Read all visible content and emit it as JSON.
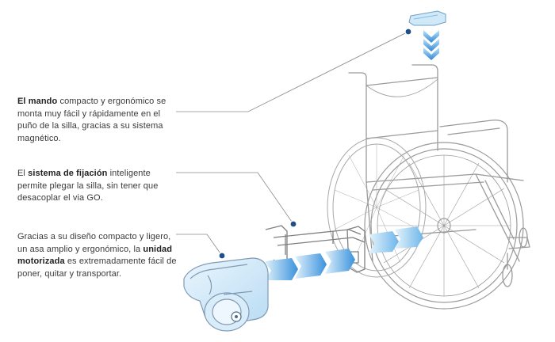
{
  "captions": {
    "mando": {
      "pre": "",
      "bold": "El mando",
      "post": " compacto y ergonómico se monta muy fácil y rápidamente en el puño de la silla, gracias a su sistema magnético."
    },
    "fijacion": {
      "pre": "El ",
      "bold": "sistema de fijación",
      "post": " inteligente permite plegar la silla, sin tener que desacoplar el via GO."
    },
    "unidad": {
      "pre": "Gracias a su diseño compacto  y ligero, un asa amplio y ergonómico, la ",
      "bold": "unidad motorizada",
      "post": " es extremadamente fácil de poner, quitar y transportar."
    }
  },
  "colors": {
    "line": "#8a8a8a",
    "sketch": "#9a9a9a",
    "accent": "#2f7fd0",
    "accent_light": "#9fd0f2",
    "dot": "#1f4f8a"
  }
}
